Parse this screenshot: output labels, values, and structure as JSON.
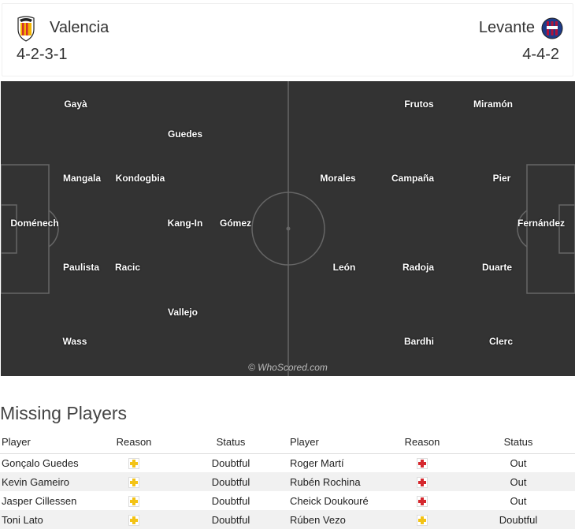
{
  "header": {
    "home_team": "Valencia",
    "away_team": "Levante",
    "home_formation": "4-2-3-1",
    "away_formation": "4-4-2",
    "home_crest_icon": "valencia-bat-crest",
    "away_crest_icon": "levante-crest"
  },
  "pitch": {
    "credit": "© WhoScored.com",
    "home_players": {
      "gaya": "Gayà",
      "guedes": "Guedes",
      "mangala": "Mangala",
      "kondogbia": "Kondogbia",
      "domenech": "Doménech",
      "kangin": "Kang-In",
      "gomez": "Gómez",
      "paulista": "Paulista",
      "racic": "Racic",
      "vallejo": "Vallejo",
      "wass": "Wass"
    },
    "away_players": {
      "frutos": "Frutos",
      "miramon": "Miramón",
      "morales": "Morales",
      "campana": "Campaña",
      "pier": "Pier",
      "fernandez": "Fernández",
      "leon": "León",
      "radoja": "Radoja",
      "duarte": "Duarte",
      "bardhi": "Bardhi",
      "clerc": "Clerc"
    }
  },
  "missing": {
    "title": "Missing Players",
    "headers": [
      "Player",
      "Reason",
      "Status",
      "Player",
      "Reason",
      "Status"
    ],
    "rows": [
      {
        "home_player": "Gonçalo Guedes",
        "home_reason": "doubtful-icon",
        "home_status": "Doubtful",
        "away_player": "Roger Martí",
        "away_reason": "injury-icon",
        "away_status": "Out"
      },
      {
        "home_player": "Kevin Gameiro",
        "home_reason": "doubtful-icon",
        "home_status": "Doubtful",
        "away_player": "Rubén Rochina",
        "away_reason": "injury-icon",
        "away_status": "Out"
      },
      {
        "home_player": "Jasper Cillessen",
        "home_reason": "doubtful-icon",
        "home_status": "Doubtful",
        "away_player": "Cheick Doukouré",
        "away_reason": "injury-icon",
        "away_status": "Out"
      },
      {
        "home_player": "Toni Lato",
        "home_reason": "doubtful-icon",
        "home_status": "Doubtful",
        "away_player": "Rúben Vezo",
        "away_reason": "doubtful-icon",
        "away_status": "Doubtful"
      }
    ]
  },
  "colors": {
    "pitch": "#333333",
    "lines": "#666666",
    "doubtful": "#f3c316",
    "injured": "#d5282e"
  }
}
